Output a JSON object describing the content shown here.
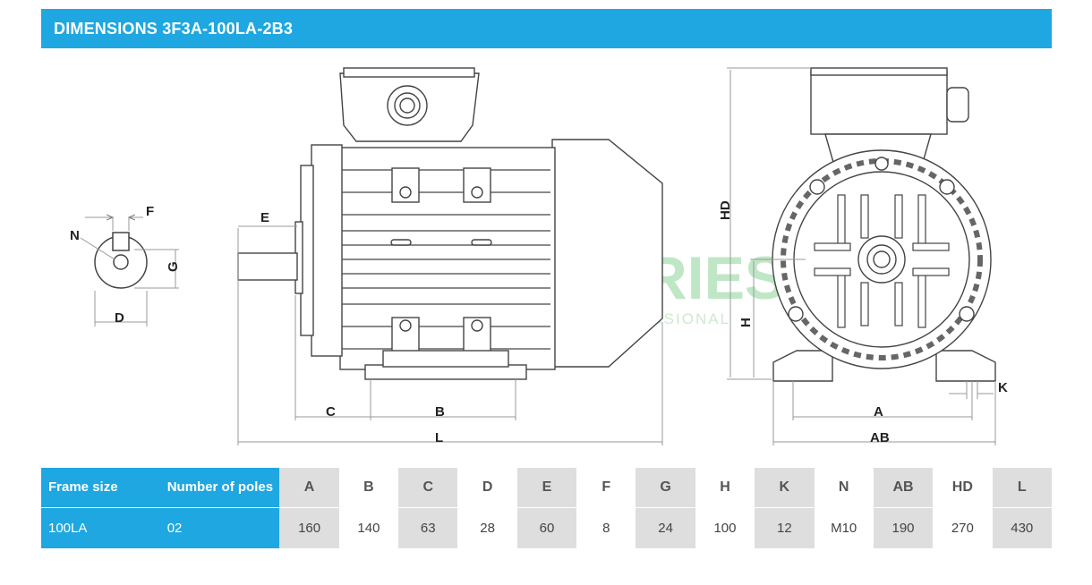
{
  "header": {
    "title": "DIMENSIONS 3F3A-100LA-2B3"
  },
  "labels": {
    "F": "F",
    "N": "N",
    "G": "G",
    "D": "D",
    "E": "E",
    "C": "C",
    "B": "B",
    "L": "L",
    "HD": "HD",
    "H": "H",
    "K": "K",
    "A": "A",
    "AB": "AB"
  },
  "watermark": {
    "brand": "247INDUSTRIES",
    "tagline": "ENGINEERED AS A PROFESSIONAL"
  },
  "table": {
    "frame_header": "Frame size",
    "poles_header": "Number of poles",
    "columns": [
      "A",
      "B",
      "C",
      "D",
      "E",
      "F",
      "G",
      "H",
      "K",
      "N",
      "AB",
      "HD",
      "L"
    ],
    "frame": "100LA",
    "poles": "02",
    "values": [
      "160",
      "140",
      "63",
      "28",
      "60",
      "8",
      "24",
      "100",
      "12",
      "M10",
      "190",
      "270",
      "430"
    ]
  }
}
